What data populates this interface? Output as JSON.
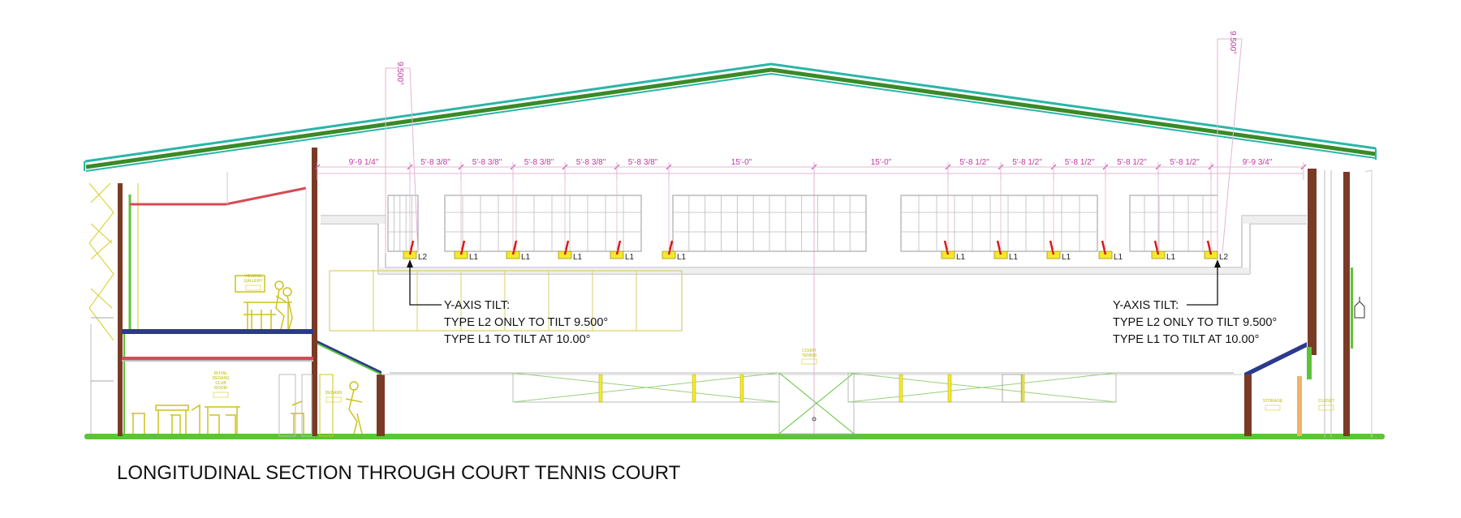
{
  "title": "LONGITUDINAL SECTION THROUGH COURT TENNIS COURT",
  "dimensions": [
    "9'-9 1/4\"",
    "5'-8 3/8\"",
    "5'-8 3/8\"",
    "5'-8 3/8\"",
    "5'-8 3/8\"",
    "5'-8 3/8\"",
    "15'-0\"",
    "15'-0\"",
    "5'-8 1/2\"",
    "5'-8 1/2\"",
    "5'-8 1/2\"",
    "5'-8 1/2\"",
    "5'-8 1/2\"",
    "9'-9 3/4\""
  ],
  "tilt_angles": {
    "left": "9.500°",
    "right": "9.500°"
  },
  "fixtures": [
    "L2",
    "L1",
    "L1",
    "L1",
    "L1",
    "L1",
    "L1",
    "L1",
    "L1",
    "L1",
    "L1",
    "L2"
  ],
  "notes": {
    "left": {
      "line1": "Y-AXIS TILT:",
      "line2": "TYPE L2 ONLY TO TILT 9.500°",
      "line3": "TYPE L1 TO TILT AT 10.00°"
    },
    "right": {
      "line1": "Y-AXIS TILT:",
      "line2": "TYPE L2 ONLY TO TILT 9.500°",
      "line3": "TYPE L1 TO TILT AT 10.00°"
    }
  },
  "rooms": {
    "viewing_gallery": {
      "line1": "VIEWING",
      "line2": "GALLERY"
    },
    "royal_dedans": {
      "line1": "ROYAL",
      "line2": "DEDANS",
      "line3": "CLUB",
      "line4": "ROOM"
    },
    "dedans": "DEDANS",
    "court_tennis": {
      "line1": "COURT",
      "line2": "TENNIS"
    },
    "storage": "STORAGE",
    "closet": "CLOSET"
  },
  "colors": {
    "roof_outer": "#2bb5a9",
    "roof_inner": "#3a8a28",
    "ground": "#5cc43a",
    "column": "#7a3b26",
    "dimension": "#c2389e",
    "fixture": "#f3ea2a",
    "fixture_aim": "#d81919",
    "furniture": "#ccc21f"
  }
}
